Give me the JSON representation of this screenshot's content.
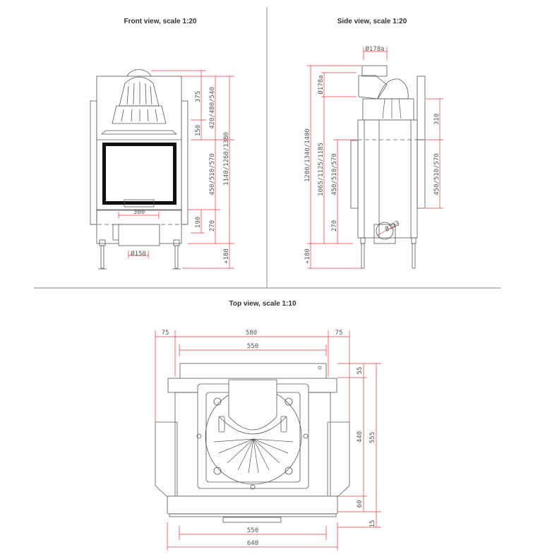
{
  "front_view": {
    "title": "Front view, scale 1:20",
    "dims": {
      "d375": "375",
      "d150": "150",
      "d420": "420/480/540",
      "d450": "450/510/570",
      "d1140": "1140/1260/1380",
      "d190": "190",
      "d270": "270",
      "d180": "+180",
      "d300": "300",
      "d_flue": "Ø150"
    }
  },
  "side_view": {
    "title": "Side view, scale 1:20",
    "dims": {
      "d178top": "Ø178a",
      "d178side": "Ø178a",
      "d1280": "1280/1340/1400",
      "d1065": "1065/1125/1185",
      "d450l": "450/510/570",
      "d270": "270",
      "d180": "+180",
      "d310": "310",
      "d450r": "450/510/570",
      "d123": "Ø123"
    }
  },
  "top_view": {
    "title": "Top view, scale 1:10",
    "dims": {
      "d75l": "75",
      "d580": "580",
      "d75r": "75",
      "d550top": "550",
      "d55": "55",
      "d440": "440",
      "d555": "555",
      "d60": "60",
      "d15": "15",
      "d550bot": "550",
      "d640": "640"
    }
  },
  "colors": {
    "dimension": "#e8383d",
    "outline": "#555555"
  }
}
